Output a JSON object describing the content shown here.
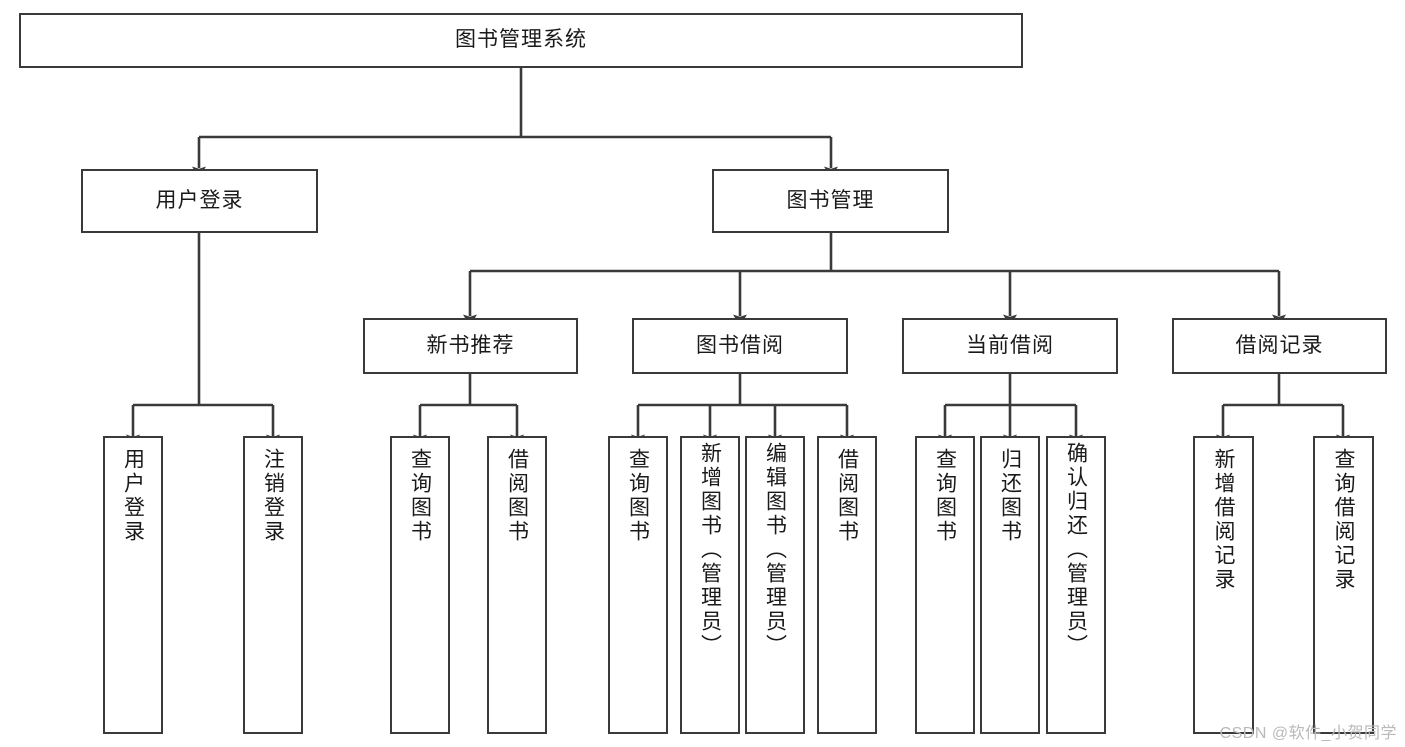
{
  "diagram": {
    "type": "tree-hierarchy",
    "title": "图书管理系统",
    "watermark": "CSDN @软件_小贺同学",
    "colors": {
      "box_border": "#3a3a3a",
      "box_fill": "#ffffff",
      "connector": "#3a3a3a",
      "text": "#1a1a1a",
      "watermark": "#b9b9b9",
      "background": "#ffffff"
    },
    "root": {
      "id": "root",
      "label": "图书管理系统",
      "orientation": "horizontal"
    },
    "level1": [
      {
        "id": "user-login",
        "label": "用户登录",
        "orientation": "horizontal"
      },
      {
        "id": "book-manage",
        "label": "图书管理",
        "orientation": "horizontal"
      }
    ],
    "level2": [
      {
        "id": "new-book-recommend",
        "label": "新书推荐",
        "parent": "book-manage",
        "orientation": "horizontal"
      },
      {
        "id": "book-borrow",
        "label": "图书借阅",
        "parent": "book-manage",
        "orientation": "horizontal"
      },
      {
        "id": "current-borrow",
        "label": "当前借阅",
        "parent": "book-manage",
        "orientation": "horizontal"
      },
      {
        "id": "borrow-record",
        "label": "借阅记录",
        "parent": "book-manage",
        "orientation": "horizontal"
      }
    ],
    "leaves": [
      {
        "id": "leaf-user-login",
        "label": "用户登录",
        "parent": "user-login",
        "orientation": "vertical"
      },
      {
        "id": "leaf-user-logout",
        "label": "注销登录",
        "parent": "user-login",
        "orientation": "vertical"
      },
      {
        "id": "leaf-query-book-1",
        "label": "查询图书",
        "parent": "new-book-recommend",
        "orientation": "vertical"
      },
      {
        "id": "leaf-borrow-book-1",
        "label": "借阅图书",
        "parent": "new-book-recommend",
        "orientation": "vertical"
      },
      {
        "id": "leaf-query-book-2",
        "label": "查询图书",
        "parent": "book-borrow",
        "orientation": "vertical"
      },
      {
        "id": "leaf-add-book",
        "label": "新增图书（管理员）",
        "parent": "book-borrow",
        "orientation": "vertical"
      },
      {
        "id": "leaf-edit-book",
        "label": "编辑图书（管理员）",
        "parent": "book-borrow",
        "orientation": "vertical"
      },
      {
        "id": "leaf-borrow-book-2",
        "label": "借阅图书",
        "parent": "book-borrow",
        "orientation": "vertical"
      },
      {
        "id": "leaf-query-book-3",
        "label": "查询图书",
        "parent": "current-borrow",
        "orientation": "vertical"
      },
      {
        "id": "leaf-return-book",
        "label": "归还图书",
        "parent": "current-borrow",
        "orientation": "vertical"
      },
      {
        "id": "leaf-confirm-return",
        "label": "确认归还（管理员）",
        "parent": "current-borrow",
        "orientation": "vertical"
      },
      {
        "id": "leaf-add-record",
        "label": "新增借阅记录",
        "parent": "borrow-record",
        "orientation": "vertical"
      },
      {
        "id": "leaf-query-record",
        "label": "查询借阅记录",
        "parent": "borrow-record",
        "orientation": "vertical"
      }
    ]
  }
}
